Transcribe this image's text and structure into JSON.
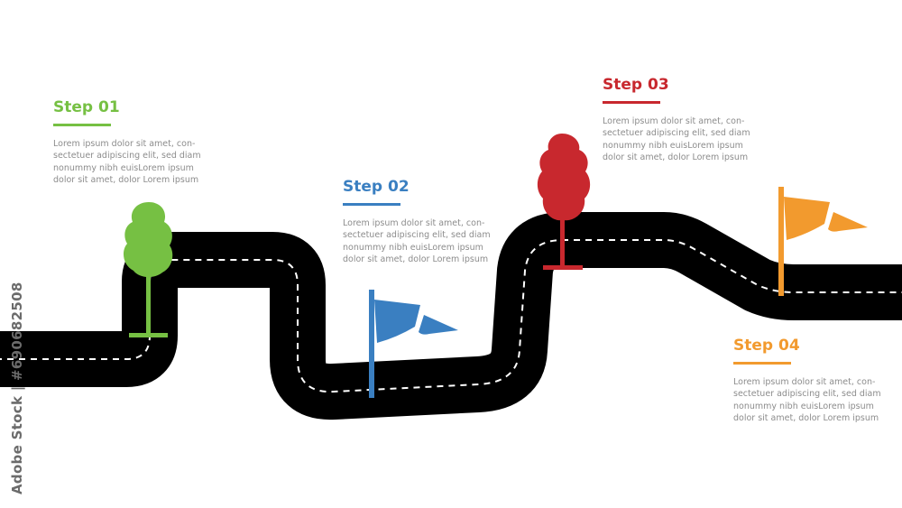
{
  "colors": {
    "road": "#000000",
    "road_marking": "#ffffff",
    "step1": "#76c043",
    "step2": "#3a7fc1",
    "step3": "#c8282e",
    "step4": "#f29a2e",
    "body_text": "#8c8c8c"
  },
  "steps": [
    {
      "title": "Step 01",
      "lines": [
        "Lorem ipsum dolor sit amet, con-",
        "sectetuer adipiscing elit, sed diam",
        "nonummy nibh euisLorem ipsum",
        "dolor sit amet, dolor Lorem ipsum"
      ],
      "marker": "tree-icon"
    },
    {
      "title": "Step 02",
      "lines": [
        "Lorem ipsum dolor sit amet, con-",
        "sectetuer adipiscing elit, sed diam",
        "nonummy nibh euisLorem ipsum",
        "dolor sit amet, dolor Lorem ipsum"
      ],
      "marker": "flag-icon"
    },
    {
      "title": "Step 03",
      "lines": [
        "Lorem ipsum dolor sit amet, con-",
        "sectetuer adipiscing elit, sed diam",
        "nonummy nibh euisLorem ipsum",
        "dolor sit amet, dolor Lorem ipsum"
      ],
      "marker": "tree-icon"
    },
    {
      "title": "Step 04",
      "lines": [
        "Lorem ipsum dolor sit amet, con-",
        "sectetuer adipiscing elit, sed diam",
        "nonummy nibh euisLorem ipsum",
        "dolor sit amet, dolor Lorem ipsum"
      ],
      "marker": "flag-icon"
    }
  ],
  "watermark": {
    "side_text": "Adobe Stock | #690682508"
  }
}
